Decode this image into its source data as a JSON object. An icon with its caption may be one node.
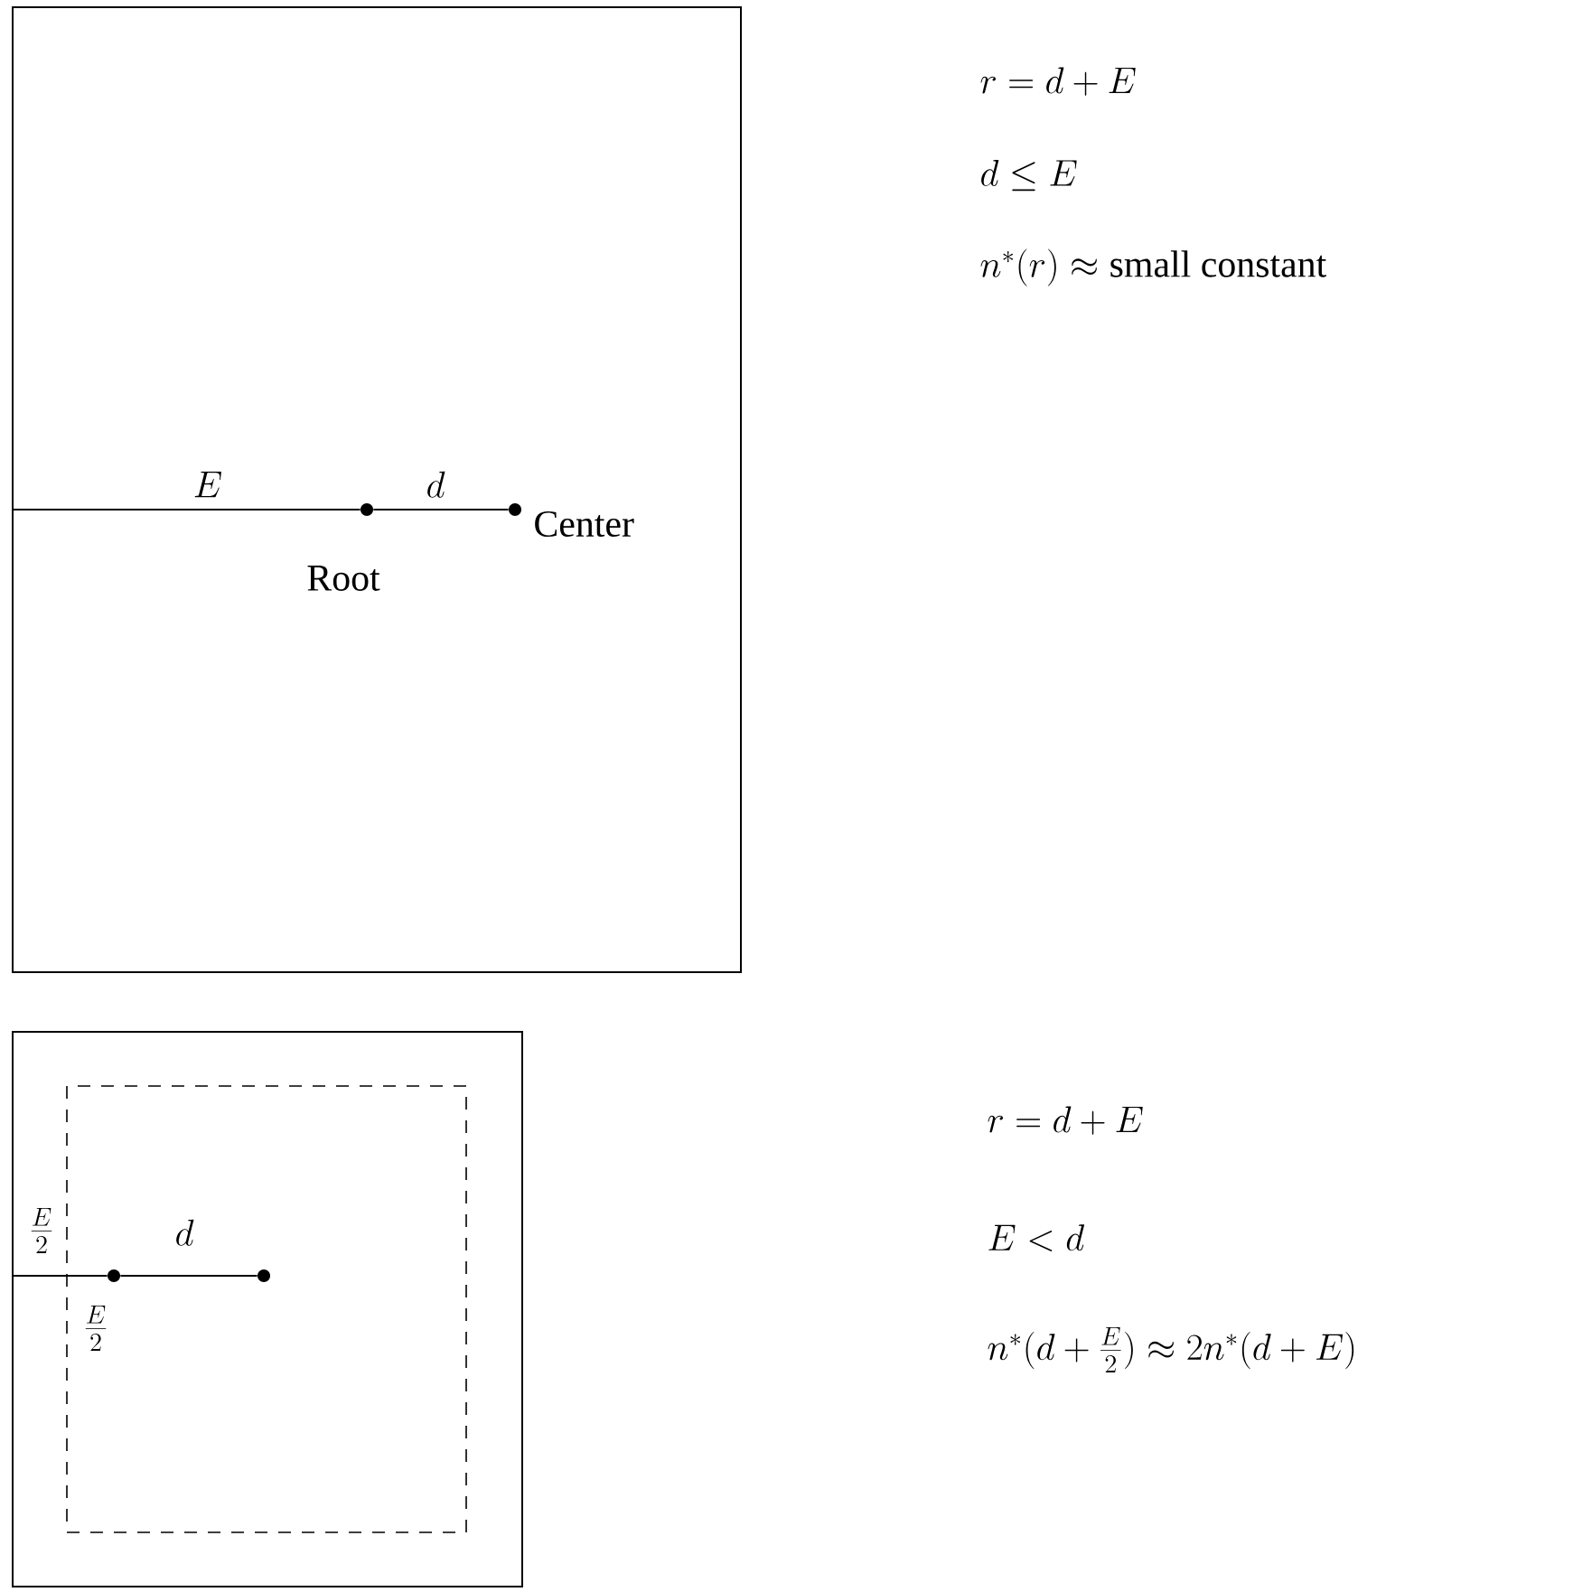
{
  "diagram": {
    "nodes": [
      {
        "text": [],
        "shape": "circle",
        "beside": [
          "Root"
        ]
      },
      {
        "text": [],
        "shape": "circle",
        "beside": [
          "Center"
        ]
      },
      {
        "text": [],
        "shape": "circle"
      },
      {
        "text": [],
        "shape": "circle"
      }
    ],
    "edges": [
      {
        "from": null,
        "to": 0,
        "arrow": "none",
        "label": "E"
      },
      {
        "from": 0,
        "to": 1,
        "arrow": "none",
        "label": "d"
      },
      {
        "from": null,
        "to": 2,
        "arrow": "none"
      },
      {
        "from": 2,
        "to": 3,
        "arrow": "none",
        "label": "d"
      }
    ],
    "labels": [
      "r = d + E",
      "d \\leq E",
      "n^*(r) \\approx \\mbox{small constant}",
      "\\frac{E}{2}",
      "\\frac{E}{2}",
      "r = d + E",
      "E < d",
      "n^*(d + \\frac{E}{2}) \\approx 2n^*(d + E)"
    ]
  }
}
